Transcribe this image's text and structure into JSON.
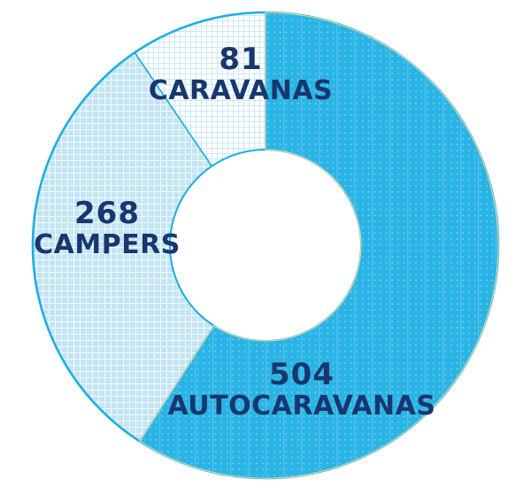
{
  "chart_data": {
    "type": "pie",
    "donut": true,
    "direction": "clockwise",
    "start_angle_deg": 0,
    "total": 853,
    "hole_ratio": 0.41,
    "grid": false,
    "legend_position": "labels-on-chart",
    "categories": [
      "AUTOCARAVANAS",
      "CAMPERS",
      "CARAVANAS"
    ],
    "values": [
      504,
      268,
      81
    ],
    "segments": [
      {
        "label": "AUTOCARAVANAS",
        "value": 504,
        "value_text": "504",
        "share_pct": 59.1,
        "fill": "#2ab4e6",
        "pattern": "dot-grid",
        "pattern_color": "#7ad0f2"
      },
      {
        "label": "CAMPERS",
        "value": 268,
        "value_text": "268",
        "share_pct": 31.4,
        "fill": "#c3e5f4",
        "pattern": "square-grid",
        "pattern_color": "#ffffff"
      },
      {
        "label": "CARAVANAS",
        "value": 81,
        "value_text": "81",
        "share_pct": 9.5,
        "fill": "#ffffff",
        "pattern": "square-grid",
        "pattern_color": "#cde8f5"
      }
    ]
  },
  "colors": {
    "outline": "#1caee2",
    "accent_inner_line": "#d9daa8",
    "label_text": "#17376e",
    "background": "#ffffff"
  }
}
